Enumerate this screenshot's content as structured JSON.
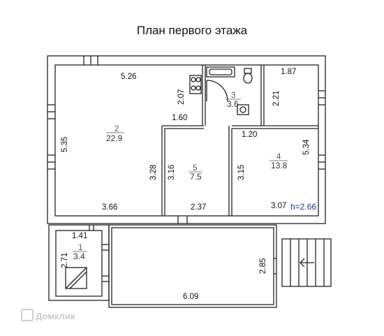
{
  "title": "План первого этажа",
  "watermark": "Домклик",
  "rooms": [
    {
      "num": "1",
      "area": "3.4"
    },
    {
      "num": "2",
      "area": "22.9"
    },
    {
      "num": "3",
      "area": "3.6"
    },
    {
      "num": "4",
      "area": "13.8"
    },
    {
      "num": "5",
      "area": "7.5"
    }
  ],
  "dims": {
    "d526": "5.26",
    "d187": "1.87",
    "d207": "2.07",
    "d221": "2.21",
    "d160": "1.60",
    "d120": "1.20",
    "d535": "5.35",
    "d534": "5.34",
    "d328": "3.28",
    "d316": "3.16",
    "d315": "3.15",
    "d366": "3.66",
    "d237": "2.37",
    "d307": "3.07",
    "d141": "1.41",
    "d271": "2.71",
    "d285": "2.85",
    "d609": "6.09"
  },
  "height_label": "h=2.66",
  "colors": {
    "wall": "#222222",
    "height_label": "#1a3a9a",
    "watermark": "#c9c9c9"
  }
}
